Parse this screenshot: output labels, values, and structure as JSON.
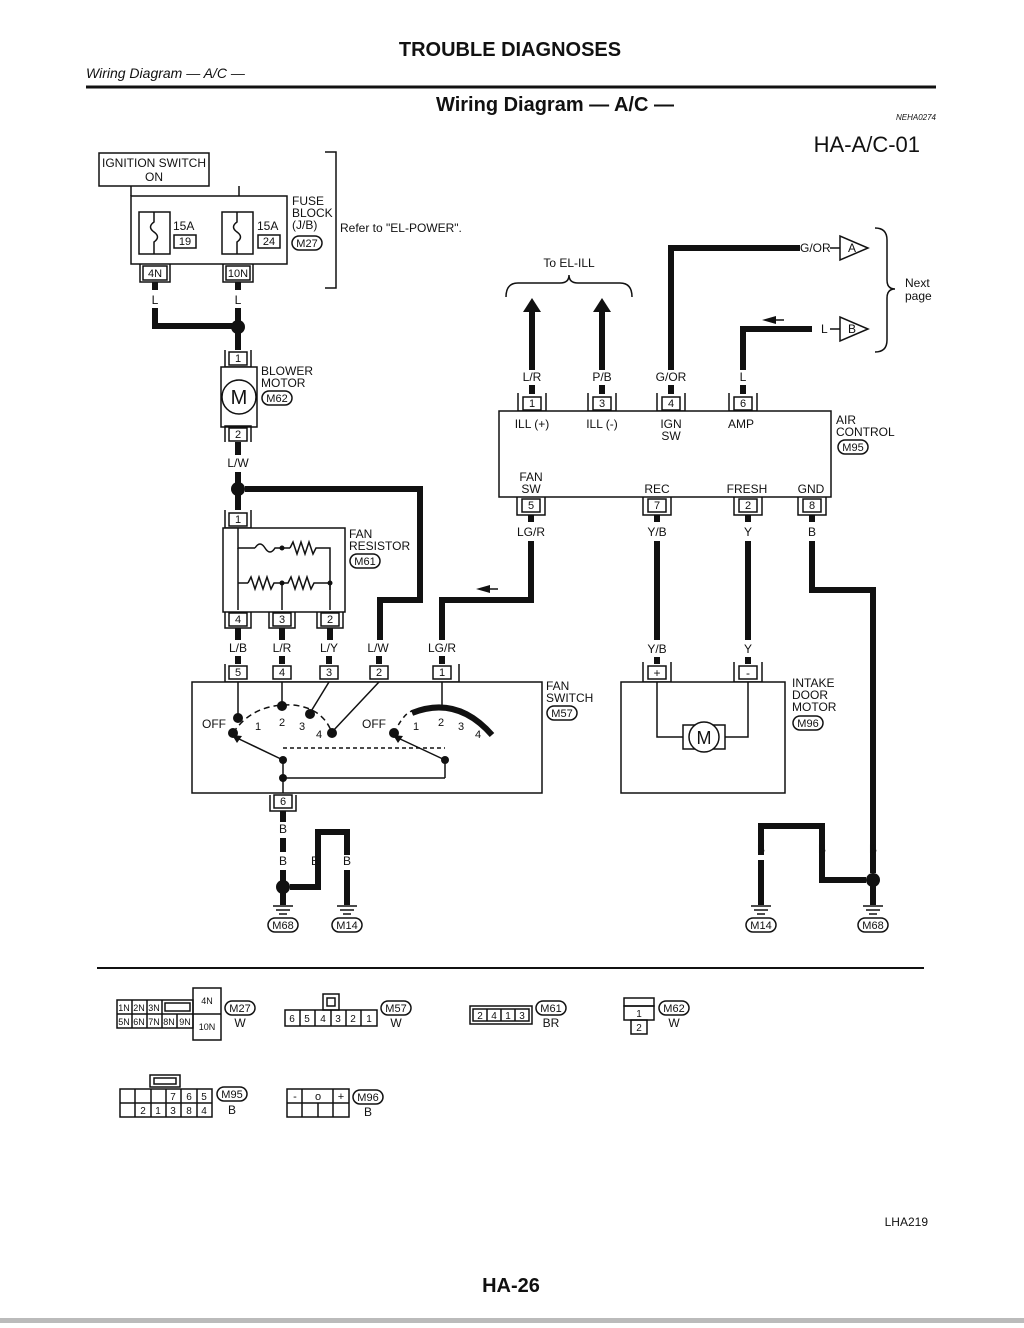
{
  "header": {
    "section_title": "TROUBLE DIAGNOSES",
    "breadcrumb": "Wiring Diagram — A/C —",
    "diagram_title": "Wiring Diagram — A/C —",
    "ref_code": "NEHA0274",
    "diagram_id": "HA-A/C-01"
  },
  "ignition": {
    "line1": "IGNITION SWITCH",
    "line2": "ON"
  },
  "fuse_block": {
    "label1": "FUSE",
    "label2": "BLOCK",
    "label3": "(J/B)",
    "connector": "M27",
    "refer": "Refer to \"EL-POWER\".",
    "fuse1_amp": "15A",
    "fuse1_num": "19",
    "fuse2_amp": "15A",
    "fuse2_num": "24",
    "term1": "4N",
    "term2": "10N",
    "wire1": "L",
    "wire2": "L"
  },
  "blower": {
    "label1": "BLOWER",
    "label2": "MOTOR",
    "connector": "M62",
    "motor": "M",
    "pin_top": "1",
    "pin_bottom": "2",
    "wire_out": "L/W"
  },
  "fan_resistor": {
    "label1": "FAN",
    "label2": "RESISTOR",
    "connector": "M61",
    "pin_top": "1",
    "pins": [
      "4",
      "3",
      "2"
    ]
  },
  "fan_switch": {
    "label1": "FAN",
    "label2": "SWITCH",
    "connector": "M57",
    "pins": [
      "5",
      "4",
      "3",
      "2",
      "1"
    ],
    "wires": [
      "L/B",
      "L/R",
      "L/Y",
      "L/W",
      "LG/R"
    ],
    "off_left": "OFF",
    "off_right": "OFF",
    "left_steps": [
      "1",
      "2",
      "3",
      "4"
    ],
    "right_steps": [
      "1",
      "2",
      "3",
      "4"
    ],
    "ground_pin": "6",
    "ground_wire": "B"
  },
  "air_control": {
    "label1": "AIR",
    "label2": "CONTROL",
    "connector": "M95",
    "top_wires": [
      "L/R",
      "P/B",
      "G/OR",
      "L"
    ],
    "top_pins": [
      "1",
      "3",
      "4",
      "6"
    ],
    "top_labels": [
      "ILL (+)",
      "ILL (-)",
      "IGN",
      "SW",
      "AMP"
    ],
    "fan_sw1": "FAN",
    "fan_sw2": "SW",
    "bottom_labels": [
      "REC",
      "FRESH",
      "GND"
    ],
    "bottom_pins": [
      "5",
      "7",
      "2",
      "8"
    ],
    "bottom_wires": [
      "LG/R",
      "Y/B",
      "Y",
      "B"
    ]
  },
  "to_el_ill": "To EL-ILL",
  "next_page": {
    "line1": "Next",
    "line2": "page",
    "wire_a": "G/OR",
    "conn_a": "A",
    "wire_b": "L",
    "conn_b": "B"
  },
  "intake": {
    "label1": "INTAKE",
    "label2": "DOOR",
    "label3": "MOTOR",
    "connector": "M96",
    "wire_plus": "Y/B",
    "wire_minus": "Y",
    "pin_plus": "+",
    "pin_minus": "-",
    "motor": "M"
  },
  "grounds": {
    "left_wires": [
      "B",
      "B",
      "B"
    ],
    "left_conn": [
      "M68",
      "M14"
    ],
    "right_wires": [
      "B",
      "B",
      "B"
    ],
    "right_conn": [
      "M14",
      "M68"
    ]
  },
  "connectors": {
    "m27": {
      "name": "M27",
      "color": "W",
      "top": [
        "1N",
        "2N",
        "3N"
      ],
      "bottom": [
        "5N",
        "6N",
        "7N",
        "8N",
        "9N"
      ],
      "big_top": "4N",
      "big_bottom": "10N"
    },
    "m57": {
      "name": "M57",
      "color": "W",
      "pins": [
        "6",
        "5",
        "4",
        "3",
        "2",
        "1"
      ]
    },
    "m61": {
      "name": "M61",
      "color": "BR",
      "pins": [
        "2",
        "4",
        "1",
        "3"
      ]
    },
    "m62": {
      "name": "M62",
      "color": "W",
      "pins": [
        "1",
        "2"
      ]
    },
    "m95": {
      "name": "M95",
      "color": "B",
      "top": [
        "7",
        "6",
        "5"
      ],
      "bottom": [
        "2",
        "1",
        "3",
        "8",
        "4"
      ]
    },
    "m96": {
      "name": "M96",
      "color": "B",
      "pins": [
        "-",
        "o",
        "+"
      ]
    }
  },
  "footer": {
    "figure_code": "LHA219",
    "page_number": "HA-26"
  }
}
